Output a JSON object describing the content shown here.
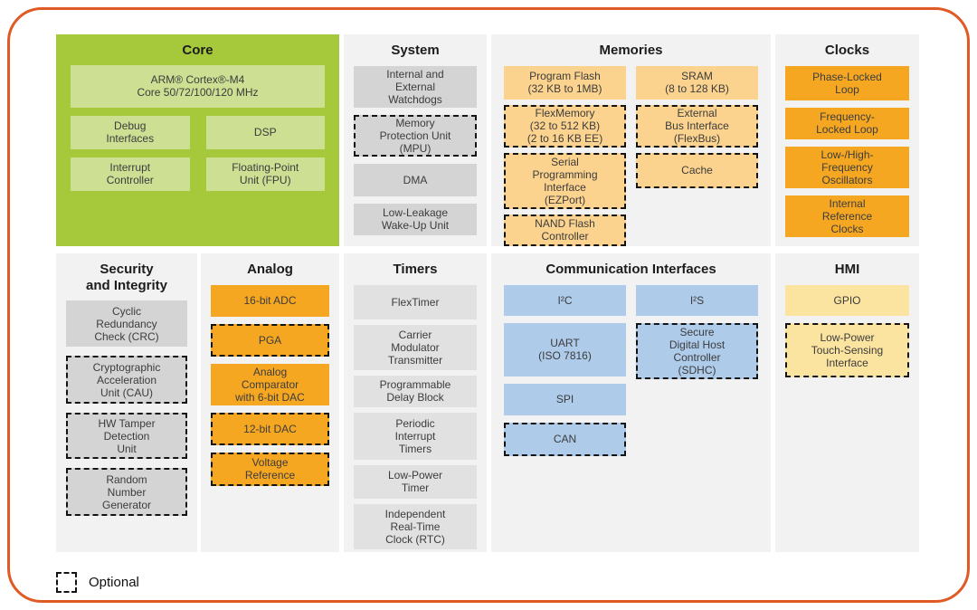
{
  "legend": {
    "label": "Optional"
  },
  "colors": {
    "frame_border": "#E05A25",
    "core_bg": "#A6C93C",
    "core_block": "#CDDF93",
    "gray_block": "#D4D4D4",
    "gray_light_block": "#E1E1E1",
    "memories_block": "#FBD38E",
    "orange_block": "#F6A722",
    "hmi_block": "#FBE3A0",
    "comm_block": "#AECBEA",
    "panel_bg": "#F2F2F2"
  },
  "panels": {
    "core": {
      "title": "Core",
      "blocks": [
        {
          "label": "ARM® Cortex®-M4\nCore 50/72/100/120 MHz",
          "optional": false
        },
        {
          "label": "Debug\nInterfaces",
          "optional": false
        },
        {
          "label": "DSP",
          "optional": false
        },
        {
          "label": "Interrupt\nController",
          "optional": false
        },
        {
          "label": "Floating-Point\nUnit (FPU)",
          "optional": false
        }
      ]
    },
    "system": {
      "title": "System",
      "blocks": [
        {
          "label": "Internal and\nExternal\nWatchdogs",
          "optional": false
        },
        {
          "label": "Memory\nProtection Unit\n(MPU)",
          "optional": true
        },
        {
          "label": "DMA",
          "optional": false
        },
        {
          "label": "Low-Leakage\nWake-Up Unit",
          "optional": false
        }
      ]
    },
    "memories": {
      "title": "Memories",
      "col1": [
        {
          "label": "Program Flash\n(32 KB to 1MB)",
          "optional": false
        },
        {
          "label": "FlexMemory\n(32 to 512 KB)\n(2 to 16 KB EE)",
          "optional": true
        },
        {
          "label": "Serial\nProgramming\nInterface\n(EZPort)",
          "optional": true
        },
        {
          "label": "NAND Flash\nController",
          "optional": true
        }
      ],
      "col2": [
        {
          "label": "SRAM\n(8 to 128 KB)",
          "optional": false
        },
        {
          "label": "External\nBus Interface\n(FlexBus)",
          "optional": true
        },
        {
          "label": "Cache",
          "optional": true
        }
      ]
    },
    "clocks": {
      "title": "Clocks",
      "blocks": [
        {
          "label": "Phase-Locked\nLoop",
          "optional": false
        },
        {
          "label": "Frequency-\nLocked Loop",
          "optional": false
        },
        {
          "label": "Low-/High-\nFrequency\nOscillators",
          "optional": false
        },
        {
          "label": "Internal\nReference\nClocks",
          "optional": false
        }
      ]
    },
    "security": {
      "title": "Security\nand Integrity",
      "blocks": [
        {
          "label": "Cyclic\nRedundancy\nCheck (CRC)",
          "optional": false
        },
        {
          "label": "Cryptographic\nAcceleration\nUnit (CAU)",
          "optional": true
        },
        {
          "label": "HW Tamper\nDetection\nUnit",
          "optional": true
        },
        {
          "label": "Random\nNumber\nGenerator",
          "optional": true
        }
      ]
    },
    "analog": {
      "title": "Analog",
      "blocks": [
        {
          "label": "16-bit ADC",
          "optional": false
        },
        {
          "label": "PGA",
          "optional": true
        },
        {
          "label": "Analog\nComparator\nwith 6-bit DAC",
          "optional": false
        },
        {
          "label": "12-bit DAC",
          "optional": true
        },
        {
          "label": "Voltage\nReference",
          "optional": true
        }
      ]
    },
    "timers": {
      "title": "Timers",
      "blocks": [
        {
          "label": "FlexTimer",
          "optional": false
        },
        {
          "label": "Carrier\nModulator\nTransmitter",
          "optional": false
        },
        {
          "label": "Programmable\nDelay Block",
          "optional": false
        },
        {
          "label": "Periodic\nInterrupt\nTimers",
          "optional": false
        },
        {
          "label": "Low-Power\nTimer",
          "optional": false
        },
        {
          "label": "Independent\nReal-Time\nClock (RTC)",
          "optional": false
        }
      ]
    },
    "comm": {
      "title": "Communication Interfaces",
      "col1": [
        {
          "label": "I²C",
          "optional": false
        },
        {
          "label": "UART\n(ISO 7816)",
          "optional": false
        },
        {
          "label": "SPI",
          "optional": false
        },
        {
          "label": "CAN",
          "optional": true
        }
      ],
      "col2": [
        {
          "label": "I²S",
          "optional": false
        },
        {
          "label": "Secure\nDigital Host\nController\n(SDHC)",
          "optional": true
        }
      ]
    },
    "hmi": {
      "title": "HMI",
      "blocks": [
        {
          "label": "GPIO",
          "optional": false
        },
        {
          "label": "Low-Power\nTouch-Sensing\nInterface",
          "optional": true
        }
      ]
    }
  }
}
